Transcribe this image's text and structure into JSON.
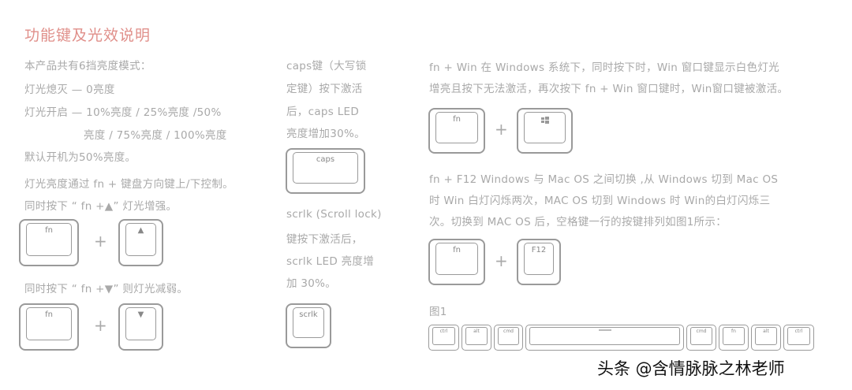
{
  "title": "功能键及光效说明",
  "col1": {
    "lines": [
      "本产品共有6挡亮度模式：",
      "灯光熄灭 — 0亮度",
      "灯光开启 — 10%亮度 / 25%亮度 /50%",
      "亮度 / 75%亮度 / 100%亮度",
      "默认开机为50%亮度。",
      "灯光亮度通过 fn + 键盘方向键上/下控制。",
      "同时按下 “ fn +▲” 灯光增强。",
      "同时按下 “ fn +▼” 则灯光减弱。"
    ],
    "keys": {
      "fn": "fn",
      "up": "▲",
      "down": "▼",
      "plus": "+"
    }
  },
  "col2": {
    "caps_lines": [
      "caps键（大写锁",
      "定键）按下激活",
      "后，caps LED",
      "亮度增加30%。"
    ],
    "caps_key": "caps",
    "scrlk_lines": [
      "scrlk (Scroll lock)",
      "键按下激活后，",
      "scrlk LED 亮度增",
      "加 30%。"
    ],
    "scrlk_key": "scrlk"
  },
  "col3": {
    "win_lines": [
      "fn + Win 在 Windows 系统下，同时按下时，Win 窗口键显示白色灯光",
      "增亮且按下无法激活，再次按下 fn + Win 窗口键时，Win窗口键被激活。"
    ],
    "f12_lines": [
      "fn + F12 Windows 与 Mac OS 之间切换 ,从 Windows 切到 Mac OS",
      "时 Win 白灯闪烁两次，MAC OS 切到 Windows 时 Win的白灯闪烁三",
      "次。切换到 MAC OS 后，空格键一行的按键排列如图1所示："
    ],
    "keys": {
      "fn": "fn",
      "win": "windows-logo-icon",
      "f12": "F12",
      "plus": "+"
    },
    "figure_label": "图1",
    "row": [
      "ctrl",
      "alt",
      "cmd",
      "",
      "cmd",
      "fn",
      "alt",
      "ctrl"
    ]
  },
  "watermark": "头条 @含情脉脉之林老师"
}
